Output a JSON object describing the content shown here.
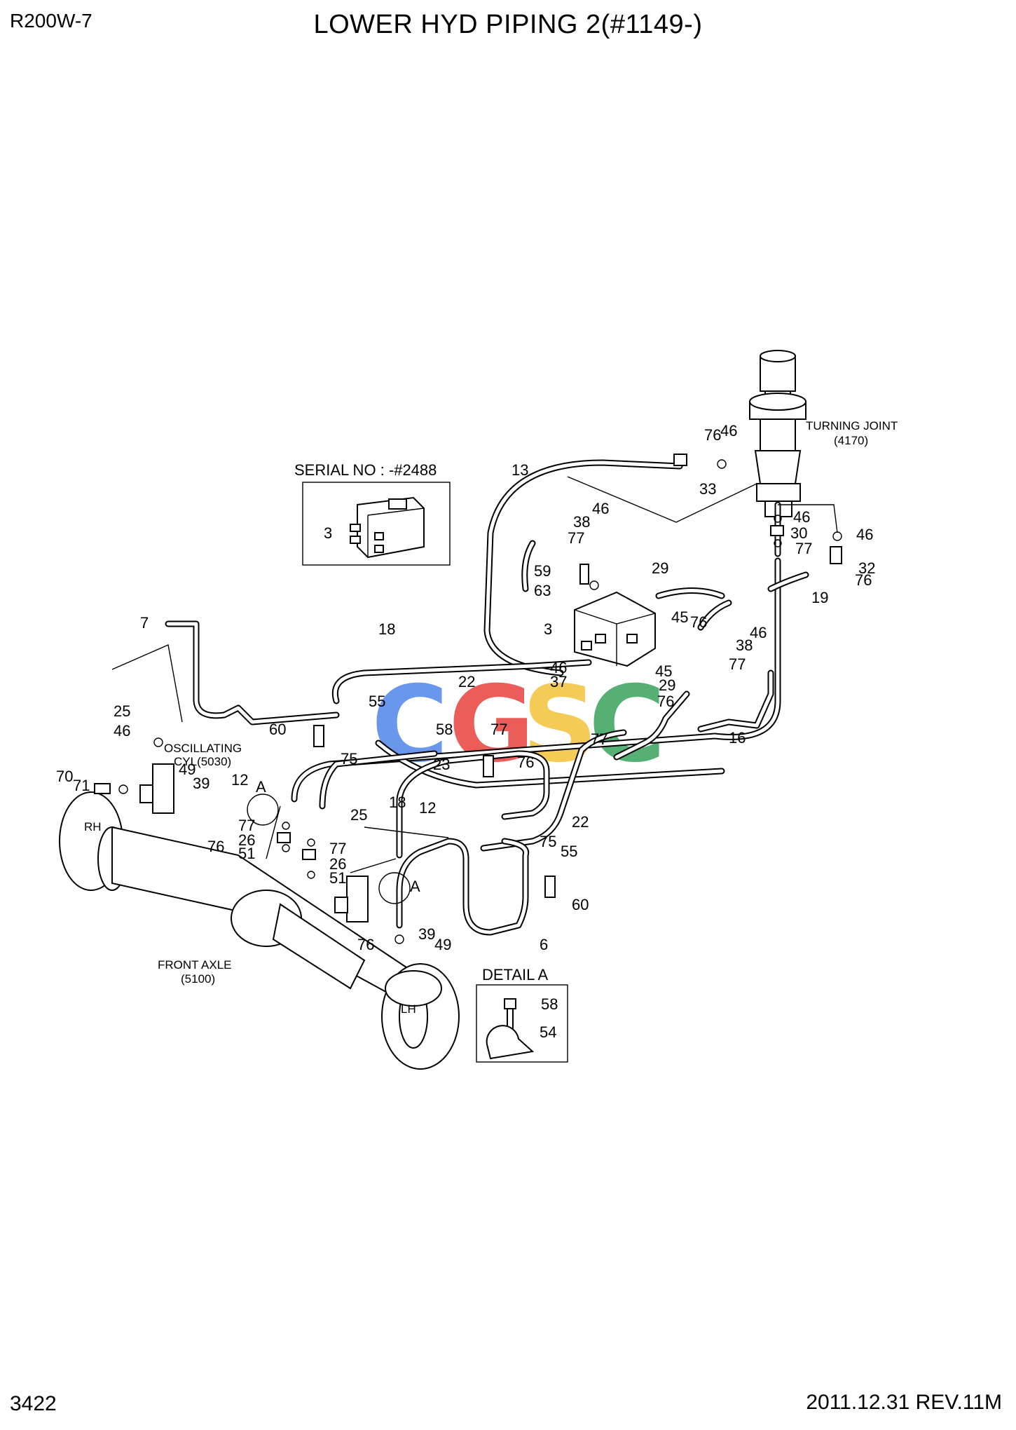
{
  "header": {
    "model": "R200W-7",
    "title": "LOWER HYD PIPING 2(#1149-)"
  },
  "footer": {
    "page_number": "3422",
    "revision": "2011.12.31  REV.11M"
  },
  "diagram": {
    "serial_box_label": "SERIAL NO : -#2488",
    "detail_a_label": "DETAIL A",
    "turning_joint": [
      "TURNING JOINT",
      "(4170)"
    ],
    "oscillating_cyl": [
      "OSCILLATING",
      "CYL(5030)"
    ],
    "front_axle": [
      "FRONT AXLE",
      "(5100)"
    ],
    "rh": "RH",
    "lh": "LH",
    "section_marker": "A",
    "callouts": [
      "3",
      "3",
      "6",
      "7",
      "12",
      "12",
      "13",
      "16",
      "18",
      "18",
      "19",
      "22",
      "22",
      "23",
      "25",
      "25",
      "26",
      "26",
      "29",
      "29",
      "30",
      "32",
      "33",
      "37",
      "38",
      "38",
      "39",
      "39",
      "45",
      "45",
      "46",
      "46",
      "46",
      "46",
      "46",
      "46",
      "46",
      "49",
      "49",
      "51",
      "51",
      "54",
      "55",
      "55",
      "58",
      "58",
      "59",
      "60",
      "60",
      "63",
      "70",
      "71",
      "75",
      "75",
      "76",
      "76",
      "76",
      "76",
      "76",
      "76",
      "76",
      "77",
      "77",
      "77",
      "77",
      "77",
      "77",
      "77"
    ]
  },
  "watermark": {
    "letters": [
      "C",
      "G",
      "S",
      "C"
    ],
    "colors": [
      "#4f86e8",
      "#e8413c",
      "#f3c33a",
      "#3aa35b"
    ]
  }
}
